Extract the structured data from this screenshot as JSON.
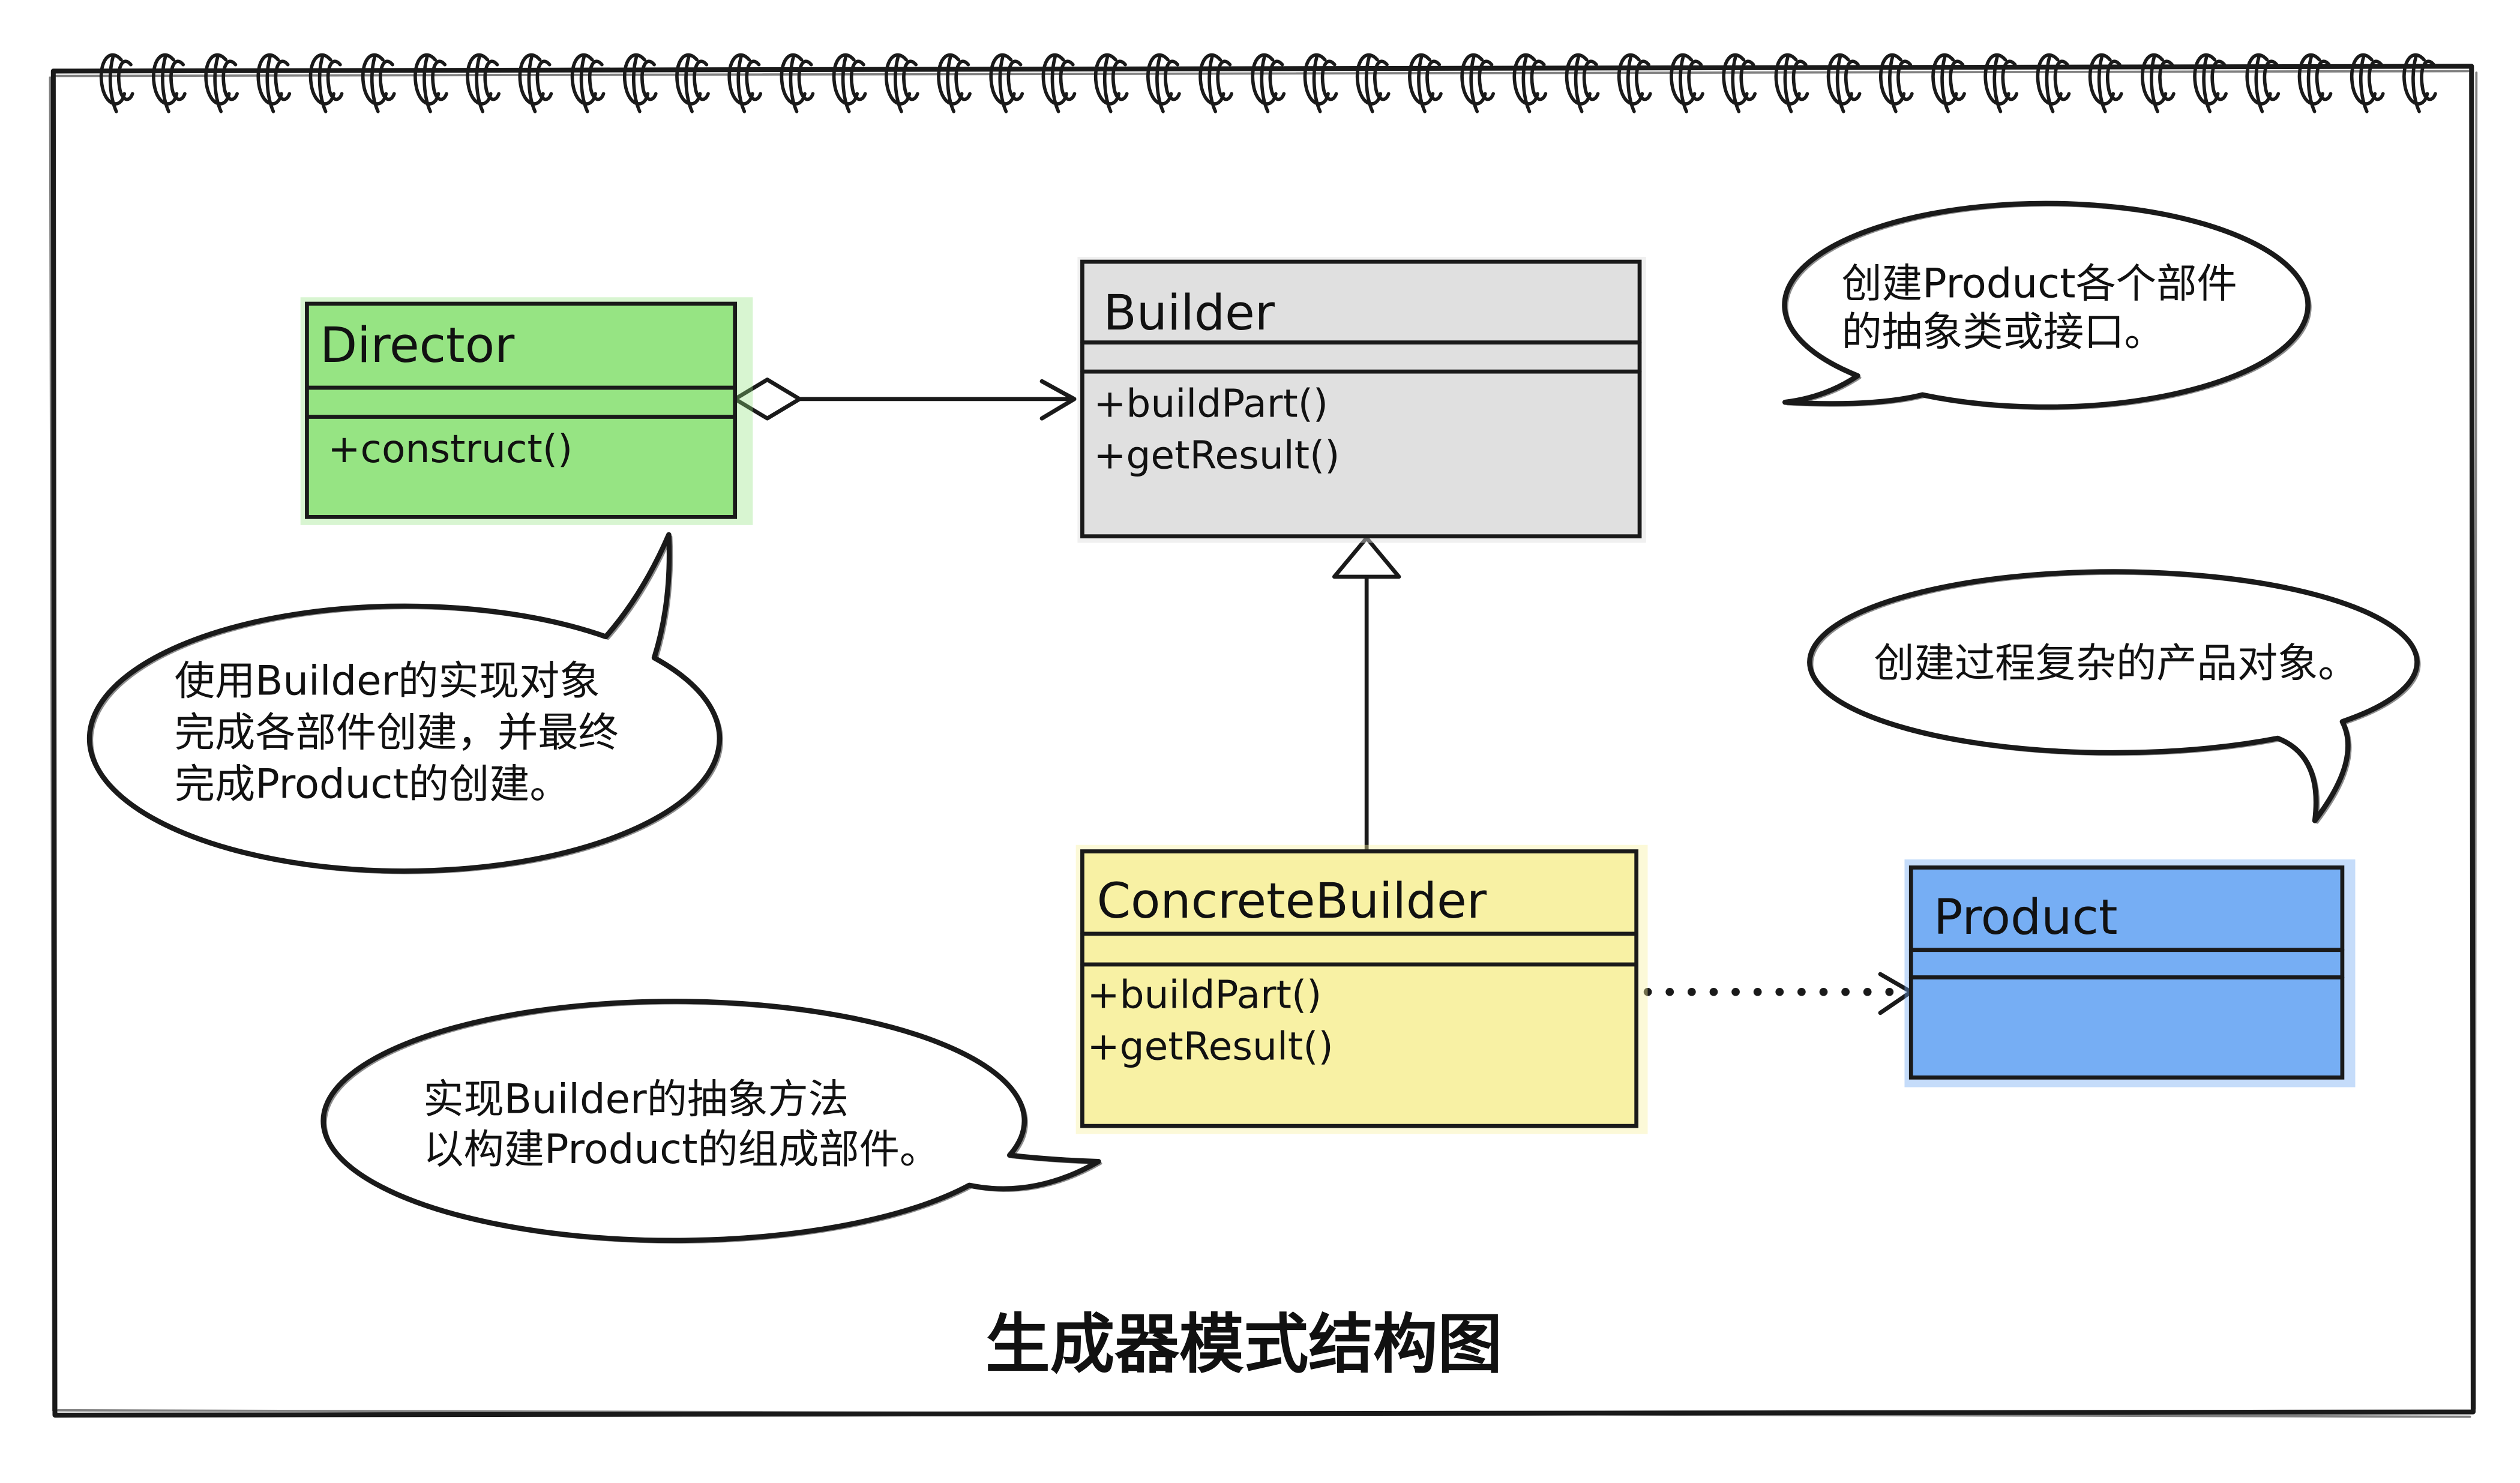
{
  "title": "生成器模式结构图",
  "classes": {
    "director": {
      "name": "Director",
      "methods": [
        "+construct()"
      ],
      "fill": "#8fe27a"
    },
    "builder": {
      "name": "Builder",
      "methods": [
        "+buildPart()",
        "+getResult()"
      ],
      "fill": "#dedede"
    },
    "concrete_builder": {
      "name": "ConcreteBuilder",
      "methods": [
        "+buildPart()",
        "+getResult()"
      ],
      "fill": "#f7f09e"
    },
    "product": {
      "name": "Product",
      "fill": "#6da8f3"
    }
  },
  "notes": {
    "builder": [
      "创建Product各个部件",
      "的抽象类或接口。"
    ],
    "director": [
      "使用Builder的实现对象",
      "完成各部件创建，并最终",
      "完成Product的创建。"
    ],
    "product": [
      "创建过程复杂的产品对象。"
    ],
    "concrete_builder": [
      "实现Builder的抽象方法",
      "以构建Product的组成部件。"
    ]
  }
}
